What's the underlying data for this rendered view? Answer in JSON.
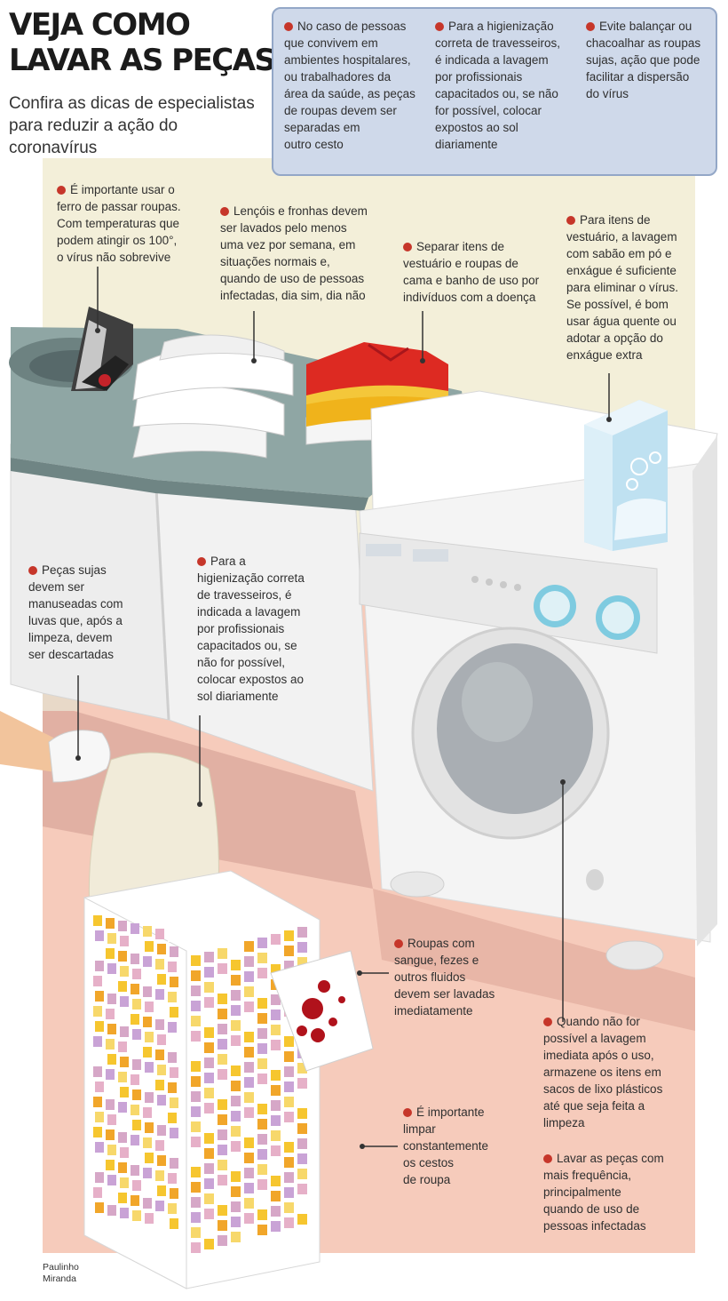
{
  "header": {
    "title_line1": "VEJA COMO",
    "title_line2": "LAVAR AS PEÇAS",
    "subtitle_line1": "Confira as dicas de especialistas",
    "subtitle_line2": "para reduzir a ação do coronavírus"
  },
  "top_tips": [
    [
      "No caso de pessoas",
      "que convivem em",
      "ambientes hospitalares,",
      "ou trabalhadores da",
      "área da saúde, as peças",
      "de roupas devem ser",
      "separadas em",
      "outro cesto"
    ],
    [
      "Para a higienização",
      "correta de travesseiros,",
      "é indicada a lavagem",
      "por profissionais",
      "capacitados ou, se não",
      "for possível, colocar",
      "expostos ao sol",
      "diariamente"
    ],
    [
      "Evite balançar ou",
      "chacoalhar as roupas",
      "sujas, ação que pode",
      "facilitar a dispersão",
      "do vírus"
    ]
  ],
  "tips": {
    "iron": [
      "É importante usar o",
      "ferro de passar roupas.",
      "Com temperaturas que",
      "podem atingir os 100°,",
      "o vírus não sobrevive"
    ],
    "sheets": [
      "Lençóis e fronhas devem",
      "ser lavados pelo menos",
      "uma vez por semana, em",
      "situações normais e,",
      "quando de uso de pessoas",
      "infectadas, dia sim, dia não"
    ],
    "separate": [
      "Separar itens de",
      "vestuário e roupas de",
      "cama e banho de uso por",
      "indivíduos com a doença"
    ],
    "soap": [
      "Para itens de",
      "vestuário, a lavagem",
      "com sabão em pó e",
      "enxágue é suficiente",
      "para eliminar o vírus.",
      "Se possível, é bom",
      "usar água quente ou",
      "adotar a opção do",
      "enxágue extra"
    ],
    "gloves": [
      "Peças sujas",
      "devem ser",
      "manuseadas com",
      "luvas que, após a",
      "limpeza, devem",
      "ser descartadas"
    ],
    "pillows": [
      "Para a",
      "higienização correta",
      "de travesseiros, é",
      "indicada a lavagem",
      "por profissionais",
      "capacitados ou, se",
      "não for possível,",
      "colocar expostos ao",
      "sol diariamente"
    ],
    "blood": [
      "Roupas com",
      "sangue, fezes e",
      "outros fluidos",
      "devem ser lavadas",
      "imediatamente"
    ],
    "storage": [
      "Quando não for",
      "possível a lavagem",
      "imediata após o uso,",
      "armazene os itens em",
      "sacos de lixo plásticos",
      "até que seja feita a",
      "limpeza"
    ],
    "baskets": [
      "É importante",
      "limpar",
      "constantemente",
      "os cestos",
      "de roupa"
    ],
    "frequency": [
      "Lavar as peças com",
      "mais frequência,",
      "principalmente",
      "quando de uso de",
      "pessoas infectadas"
    ]
  },
  "credit": {
    "line1": "Paulinho",
    "line2": "Miranda"
  },
  "colors": {
    "accent_dot": "#c6362a",
    "wall": "#f3efd9",
    "floor": "#f6cbbb",
    "counter": "#8fa6a4",
    "box": "#cfd9ea"
  }
}
